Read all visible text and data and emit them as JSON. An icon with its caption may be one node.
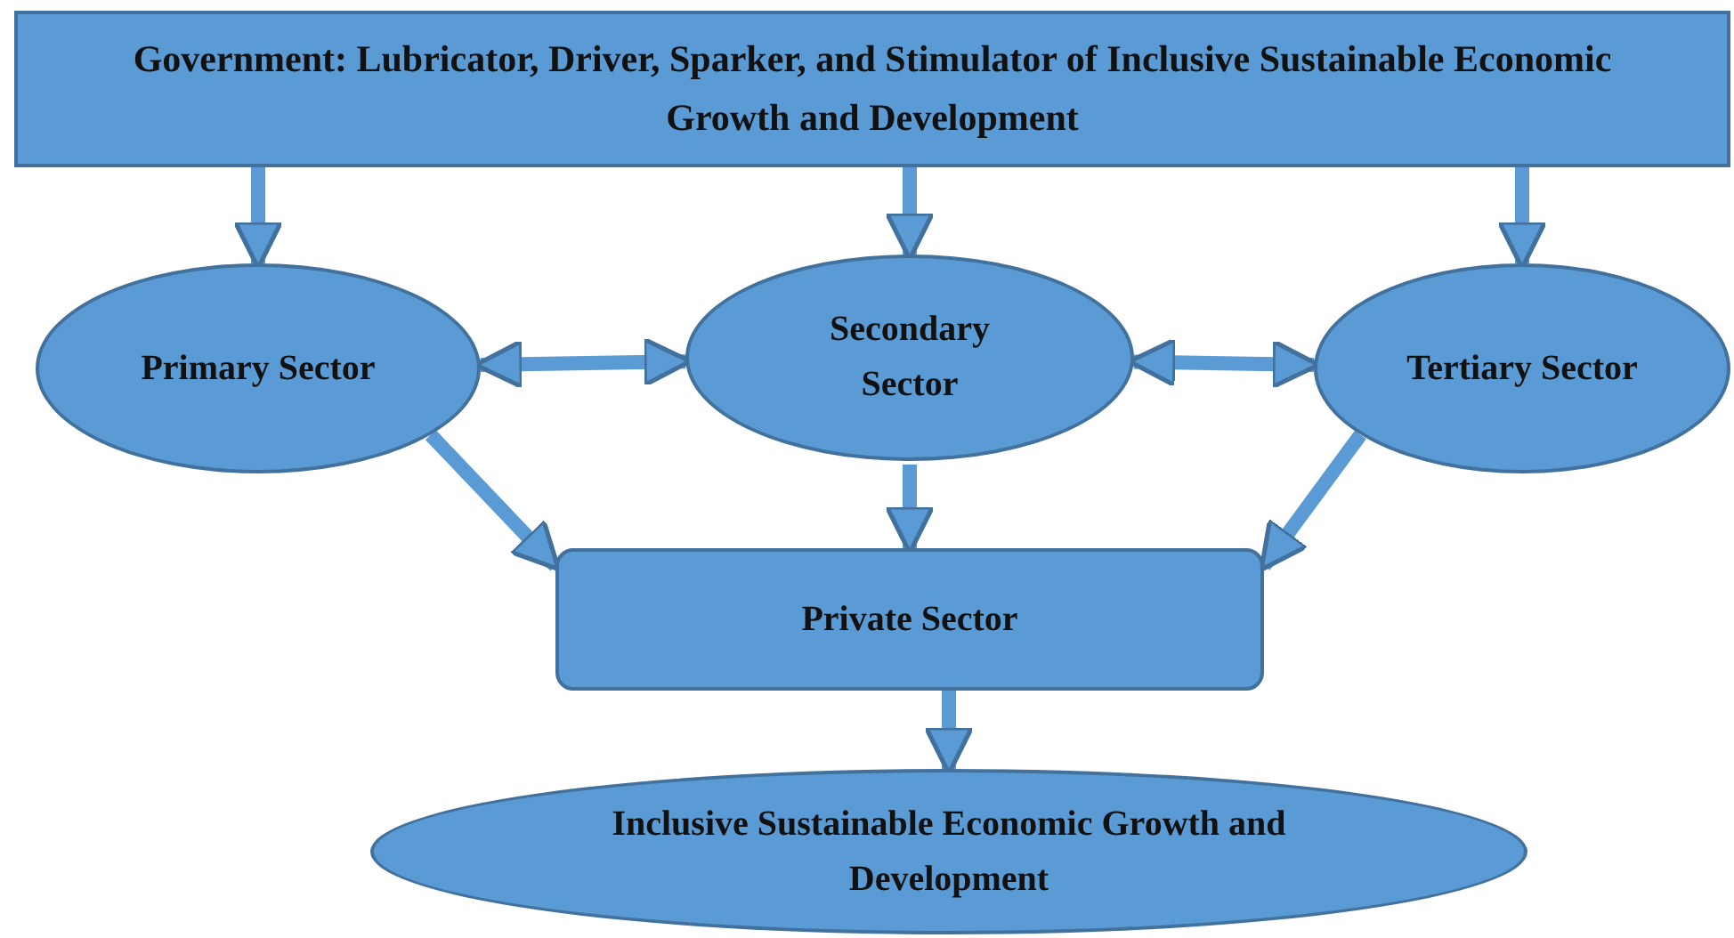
{
  "diagram": {
    "nodes": [
      {
        "text": [
          "Government: Lubricator, Driver, Sparker, and Stimulator of Inclusive Sustainable Economic Growth and Development"
        ]
      },
      {
        "text": [
          "Primary Sector"
        ]
      },
      {
        "text": [
          "Secondary Sector"
        ]
      },
      {
        "text": [
          "Tertiary Sector"
        ]
      },
      {
        "text": [
          "Private Sector"
        ]
      },
      {
        "text": [
          "Inclusive Sustainable Economic Growth and Development"
        ]
      }
    ],
    "edges": [
      {
        "from": 0,
        "to": 1,
        "arrow": "to"
      },
      {
        "from": 0,
        "to": 2,
        "arrow": "to"
      },
      {
        "from": 0,
        "to": 3,
        "arrow": "to"
      },
      {
        "from": 1,
        "to": 2,
        "arrow": "both"
      },
      {
        "from": 2,
        "to": 3,
        "arrow": "both"
      },
      {
        "from": 1,
        "to": 4,
        "arrow": "to"
      },
      {
        "from": 2,
        "to": 4,
        "arrow": "to"
      },
      {
        "from": 3,
        "to": 4,
        "arrow": "to"
      },
      {
        "from": 4,
        "to": 5,
        "arrow": "to"
      }
    ]
  }
}
